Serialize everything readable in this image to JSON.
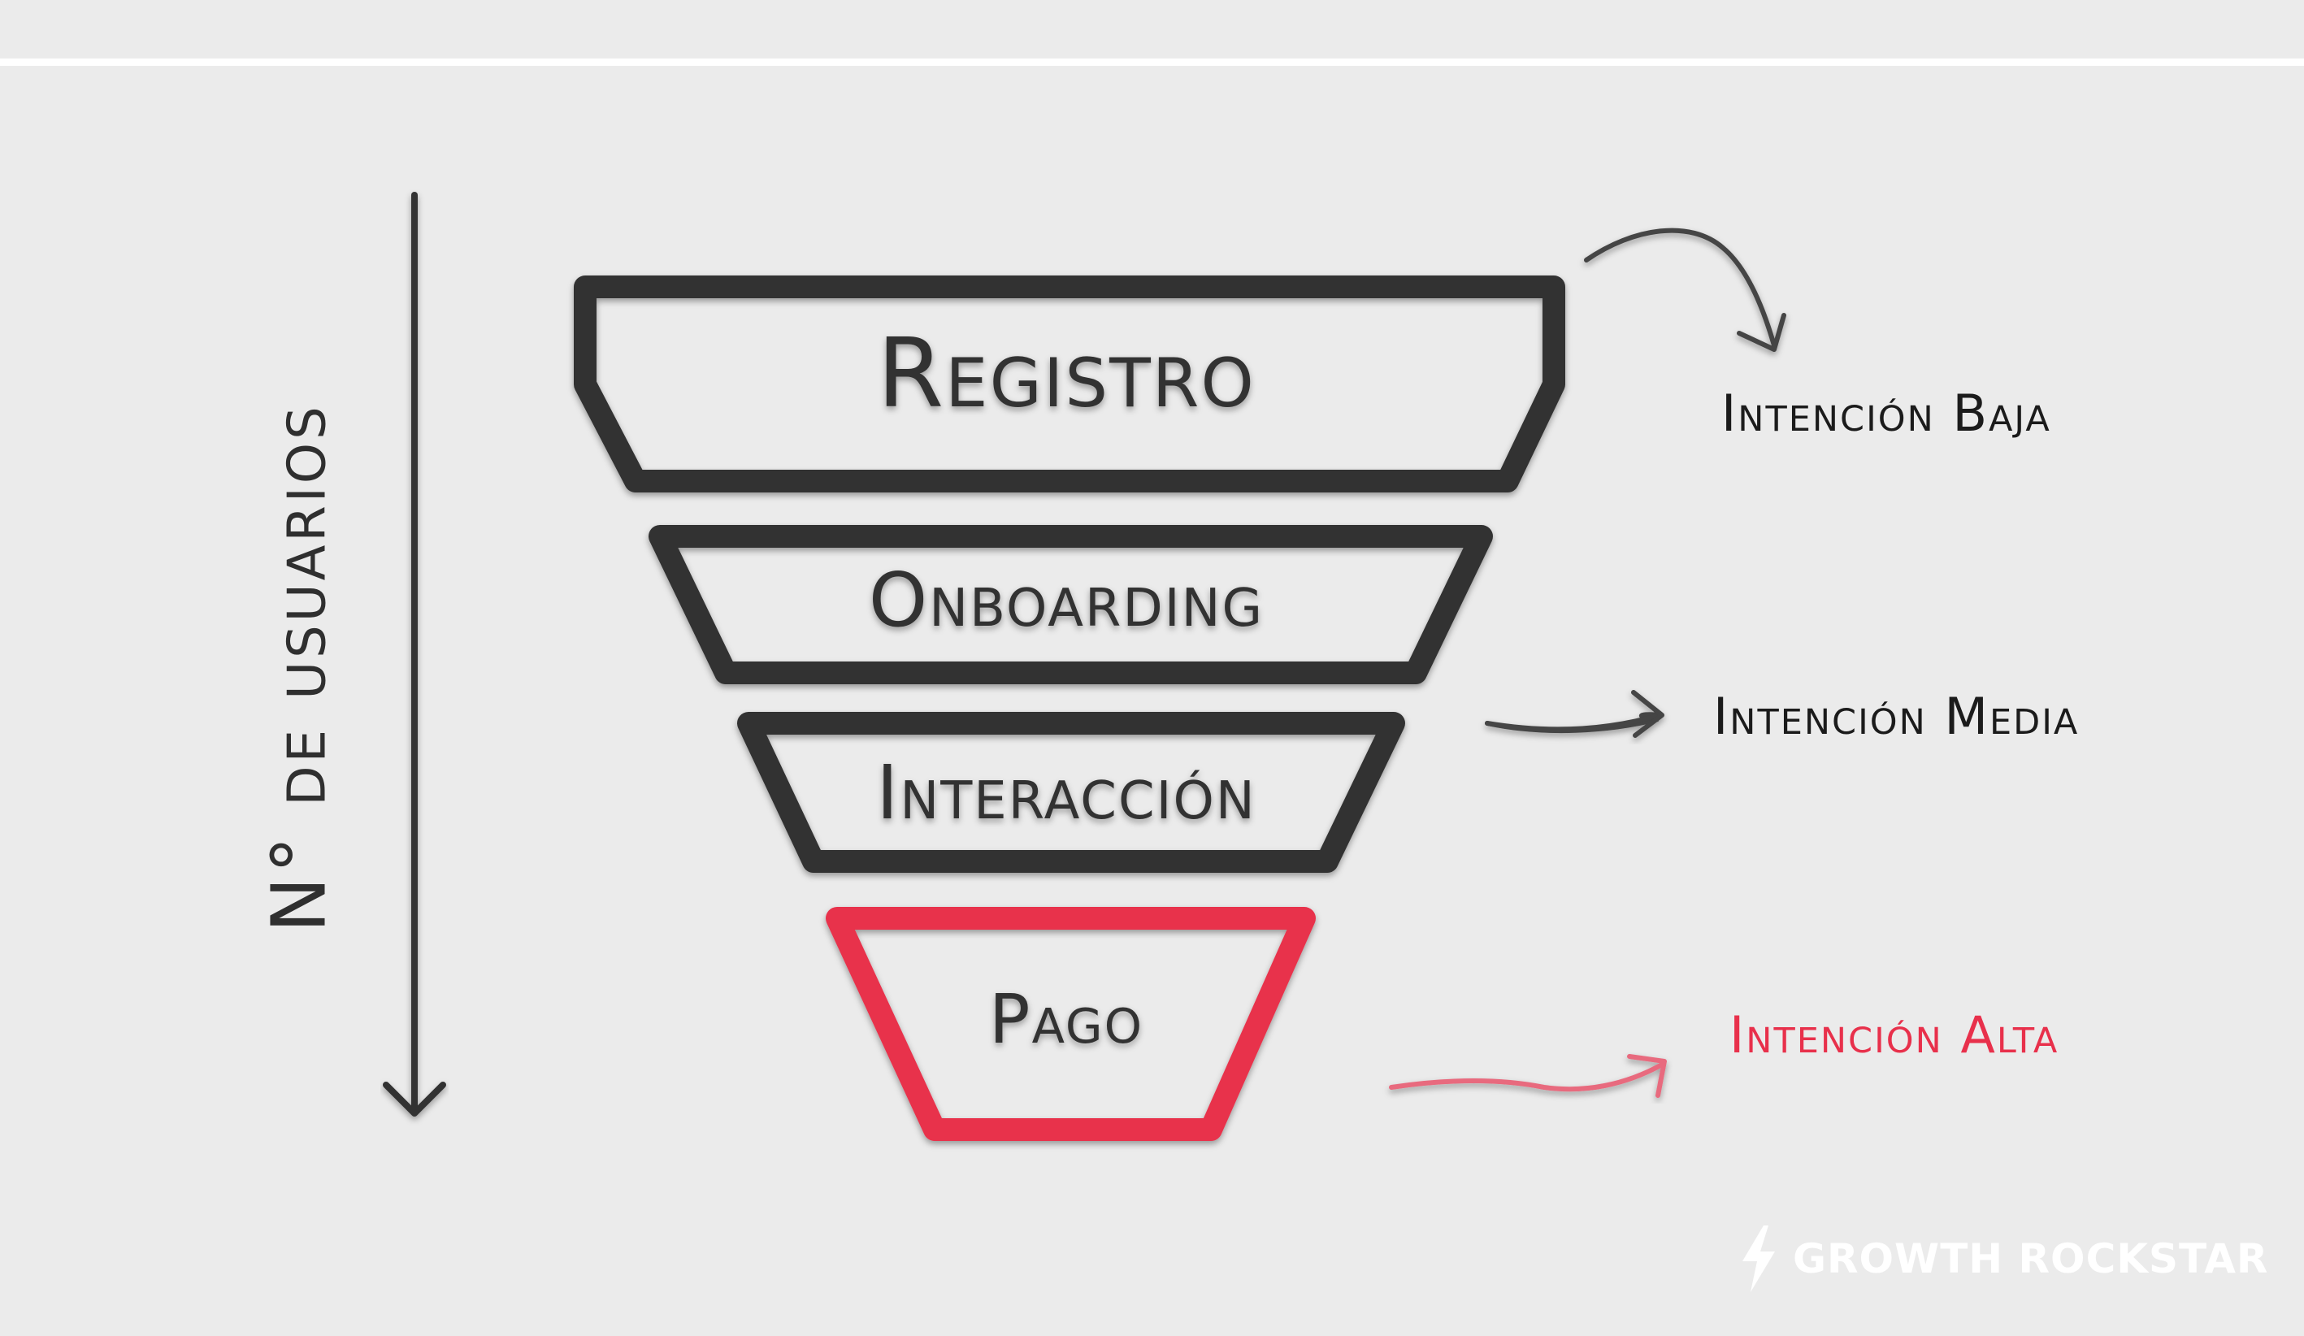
{
  "funnel": {
    "stages": [
      {
        "label": "Registro",
        "color": "#333333"
      },
      {
        "label": "Onboarding",
        "color": "#333333"
      },
      {
        "label": "Interacción",
        "color": "#333333"
      },
      {
        "label": "Pago",
        "color": "#e8304b"
      }
    ]
  },
  "axis": {
    "label": "N° de usuarios",
    "color": "#333333"
  },
  "intents": {
    "low": {
      "label": "Intención Baja",
      "color": "#1b1b1b"
    },
    "medium": {
      "label": "Intención Media",
      "color": "#1b1b1b"
    },
    "high": {
      "label": "Intención Alta",
      "color": "#e8304b"
    }
  },
  "brand": {
    "name": "GROWTH ROCKSTAR",
    "icon": "lightning-bolt-icon"
  },
  "colors": {
    "background": "#ebebeb",
    "outline": "#333333",
    "accent": "#e8304b",
    "accent_light": "#e86a7e"
  }
}
